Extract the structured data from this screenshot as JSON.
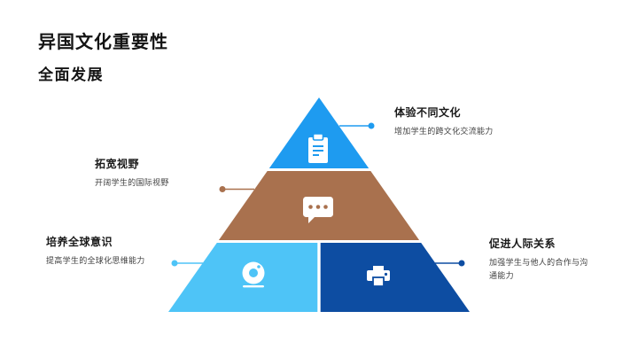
{
  "slide": {
    "title": "异国文化重要性",
    "subtitle": "全面发展",
    "background": "#ffffff",
    "title_color": "#141414"
  },
  "pyramid": {
    "segments": [
      {
        "name": "top",
        "icon": "clipboard-icon",
        "color": "#1E9BF0"
      },
      {
        "name": "middle",
        "icon": "chat-bubble-icon",
        "color": "#A9714E"
      },
      {
        "name": "bottom-left",
        "icon": "webcam-icon",
        "color": "#4EC4F7"
      },
      {
        "name": "bottom-right",
        "icon": "printer-icon",
        "color": "#0D4DA2"
      }
    ]
  },
  "callouts": [
    {
      "title": "体验不同文化",
      "desc": "增加学生的跨文化交流能力",
      "accent": "#1E9BF0"
    },
    {
      "title": "拓宽视野",
      "desc": "开阔学生的国际视野",
      "accent": "#A9714E"
    },
    {
      "title": "培养全球意识",
      "desc": "提高学生的全球化思维能力",
      "accent": "#4EC4F7"
    },
    {
      "title": "促进人际关系",
      "desc": "加强学生与他人的合作与沟通能力",
      "accent": "#0D4DA2"
    }
  ]
}
